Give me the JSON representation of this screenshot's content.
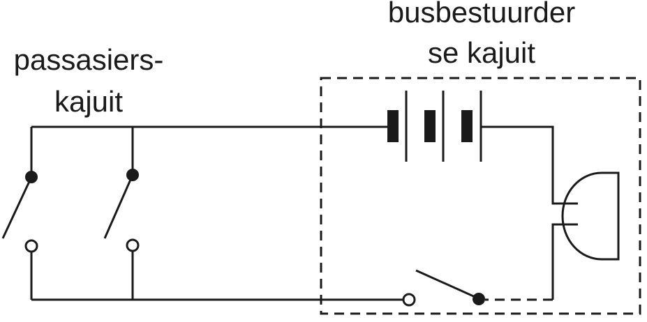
{
  "labels": {
    "passenger_line1": "passasiers-",
    "passenger_line2": "kajuit",
    "driver_line1": "busbestuurder",
    "driver_line2": "se kajuit"
  },
  "colors": {
    "ink": "#1a1a1a",
    "background": "#ffffff"
  },
  "components": [
    "battery-3-cells",
    "bell",
    "switch-passenger-1",
    "switch-passenger-2",
    "switch-driver"
  ]
}
